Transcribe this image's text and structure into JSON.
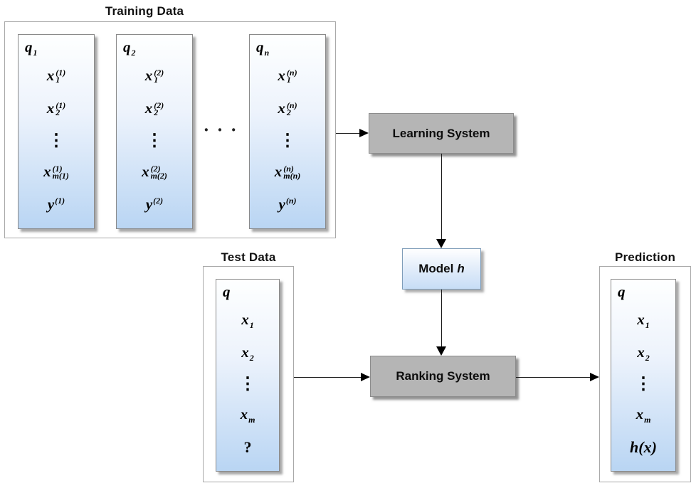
{
  "labels": {
    "training": "Training Data",
    "test": "Test Data",
    "prediction": "Prediction"
  },
  "nodes": {
    "learning": "Learning System",
    "model": {
      "prefix": "Model",
      "var": "h"
    },
    "ranking": "Ranking System"
  },
  "training": {
    "ellipsis": "· · ·",
    "columns": [
      {
        "header": {
          "base": "q",
          "sub": "1"
        },
        "rows": [
          {
            "base": "x",
            "sup": "(1)",
            "sub": "1"
          },
          {
            "base": "x",
            "sup": "(1)",
            "sub": "2"
          },
          {
            "vdots": "⋮"
          },
          {
            "base": "x",
            "sup": "(1)",
            "sub": "m(1)"
          },
          {
            "base": "y",
            "sup": "(1)"
          }
        ]
      },
      {
        "header": {
          "base": "q",
          "sub": "2"
        },
        "rows": [
          {
            "base": "x",
            "sup": "(2)",
            "sub": "1"
          },
          {
            "base": "x",
            "sup": "(2)",
            "sub": "2"
          },
          {
            "vdots": "⋮"
          },
          {
            "base": "x",
            "sup": "(2)",
            "sub": "m(2)"
          },
          {
            "base": "y",
            "sup": "(2)"
          }
        ]
      },
      {
        "header": {
          "base": "q",
          "sub": "n"
        },
        "rows": [
          {
            "base": "x",
            "sup": "(n)",
            "sub": "1"
          },
          {
            "base": "x",
            "sup": "(n)",
            "sub": "2"
          },
          {
            "vdots": "⋮"
          },
          {
            "base": "x",
            "sup": "(n)",
            "sub": "m(n)"
          },
          {
            "base": "y",
            "sup": "(n)"
          }
        ]
      }
    ]
  },
  "test": {
    "header": {
      "base": "q"
    },
    "rows": [
      {
        "base": "x",
        "sub": "1"
      },
      {
        "base": "x",
        "sub": "2"
      },
      {
        "vdots": "⋮"
      },
      {
        "base": "x",
        "sub": "m"
      },
      {
        "final": "?"
      }
    ]
  },
  "prediction": {
    "header": {
      "base": "q"
    },
    "rows": [
      {
        "base": "x",
        "sub": "1"
      },
      {
        "base": "x",
        "sub": "2"
      },
      {
        "vdots": "⋮"
      },
      {
        "base": "x",
        "sub": "m"
      },
      {
        "final": "h(x)"
      }
    ]
  },
  "colors": {
    "column_gradient_top": "#feffff",
    "column_gradient_bottom": "#b9d5f3",
    "system_box_fill": "#b5b5b5",
    "system_box_border": "#8c8c8c",
    "model_box_border": "#7f9db9",
    "outer_box_border": "#a9a9a9",
    "arrow": "#000000",
    "text": "#000000"
  }
}
